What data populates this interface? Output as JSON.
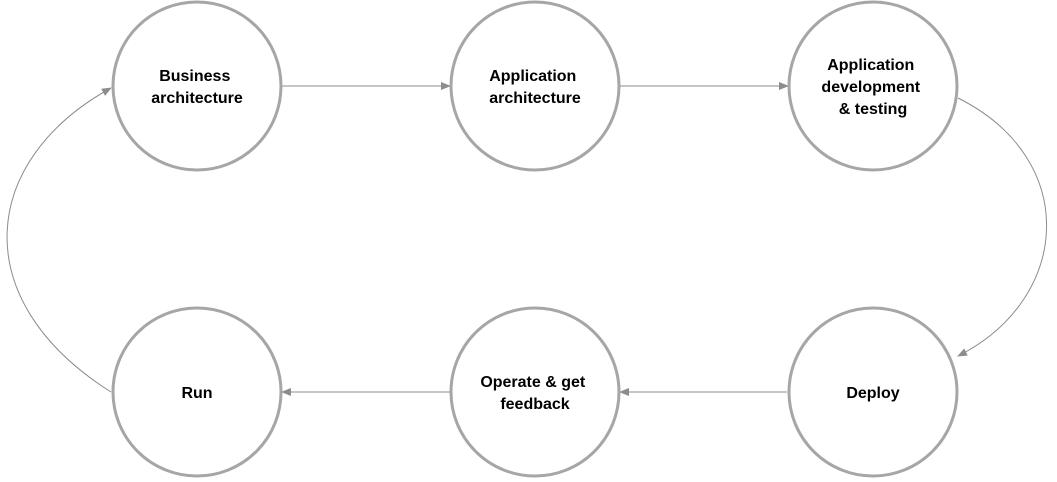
{
  "diagram": {
    "nodes": [
      {
        "id": "business",
        "lines": [
          "Business",
          "architecture"
        ]
      },
      {
        "id": "app-arch",
        "lines": [
          "Application",
          "architecture"
        ]
      },
      {
        "id": "app-dev",
        "lines": [
          "Application",
          "development",
          "& testing"
        ]
      },
      {
        "id": "run",
        "lines": [
          "Run"
        ]
      },
      {
        "id": "operate",
        "lines": [
          "Operate & get",
          "feedback"
        ]
      },
      {
        "id": "deploy",
        "lines": [
          "Deploy"
        ]
      }
    ],
    "edges": [
      {
        "from": "business",
        "to": "app-arch"
      },
      {
        "from": "app-arch",
        "to": "app-dev"
      },
      {
        "from": "app-dev",
        "to": "deploy"
      },
      {
        "from": "deploy",
        "to": "operate"
      },
      {
        "from": "operate",
        "to": "run"
      },
      {
        "from": "run",
        "to": "business"
      }
    ],
    "colors": {
      "node_border": "#a6a6a6",
      "edge": "#8c8c8c",
      "text": "#000000"
    }
  }
}
